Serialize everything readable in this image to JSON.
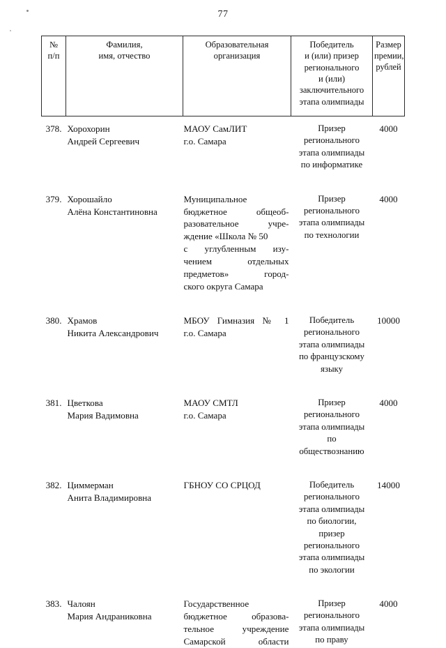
{
  "page": {
    "number": "77"
  },
  "table": {
    "header": {
      "num": [
        "№",
        "п/п"
      ],
      "name": [
        "Фамилия,",
        "имя, отчество"
      ],
      "org": [
        "Образовательная",
        "организация"
      ],
      "award": [
        "Победитель",
        "и (или) призер",
        "регионального",
        "и (или)",
        "заключительного",
        "этапа олимпиады"
      ],
      "sum": [
        "Размер",
        "премии,",
        "рублей"
      ]
    },
    "rows": [
      {
        "num": "378.",
        "name": [
          "Хорохорин",
          "Андрей Сергеевич"
        ],
        "org": [
          "МАОУ СамЛИТ",
          "г.о. Самара"
        ],
        "award": [
          "Призер",
          "регионального",
          "этапа олимпиады",
          "по информатике"
        ],
        "sum": "4000"
      },
      {
        "num": "379.",
        "name": [
          "Хорошайло",
          "Алёна Константиновна"
        ],
        "org": [
          "Муниципальное",
          "бюджетное общеоб-",
          "разовательное учре-",
          "ждение «Школа № 50",
          "с углубленным изу-",
          "чением отдельных",
          "предметов» город-",
          "ского округа Самара"
        ],
        "award": [
          "Призер",
          "регионального",
          "этапа олимпиады",
          "по технологии"
        ],
        "sum": "4000"
      },
      {
        "num": "380.",
        "name": [
          "Храмов",
          "Никита Александрович"
        ],
        "org": [
          "МБОУ Гимназия № 1",
          "г.о. Самара"
        ],
        "award": [
          "Победитель",
          "регионального",
          "этапа олимпиады",
          "по французскому",
          "языку"
        ],
        "sum": "10000"
      },
      {
        "num": "381.",
        "name": [
          "Цветкова",
          "Мария Вадимовна"
        ],
        "org": [
          "МАОУ СМТЛ",
          "г.о. Самара"
        ],
        "award": [
          "Призер",
          "регионального",
          "этапа олимпиады",
          "по",
          "обществознанию"
        ],
        "sum": "4000"
      },
      {
        "num": "382.",
        "name": [
          "Циммерман",
          "Анита Владимировна"
        ],
        "org": [
          "ГБНОУ СО СРЦОД"
        ],
        "award": [
          "Победитель",
          "регионального",
          "этапа олимпиады",
          "по биологии,",
          "призер",
          "регионального",
          "этапа олимпиады",
          "по экологии"
        ],
        "sum": "14000"
      },
      {
        "num": "383.",
        "name": [
          "Чалоян",
          "Мария Андраниковна"
        ],
        "org": [
          "Государственное",
          "бюджетное образова-",
          "тельное учреждение",
          "Самарской области"
        ],
        "award": [
          "Призер",
          "регионального",
          "этапа олимпиады",
          "по праву"
        ],
        "sum": "4000"
      }
    ]
  }
}
